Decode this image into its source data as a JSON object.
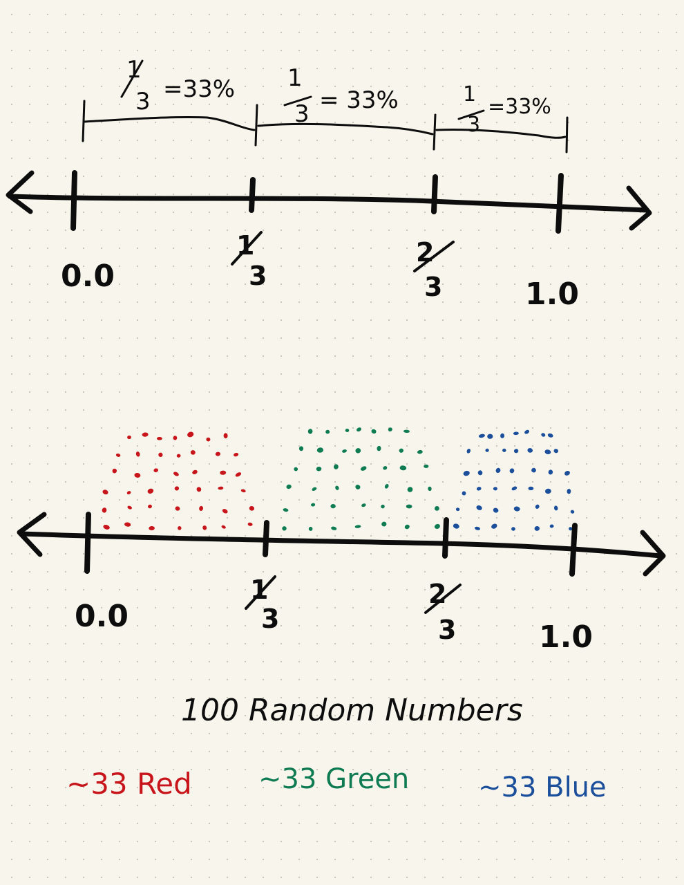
{
  "top_diagram": {
    "segments": [
      {
        "num": "1",
        "den": "3",
        "pct": "=33%"
      },
      {
        "num": "1",
        "den": "3",
        "pct": "= 33%"
      },
      {
        "num": "1",
        "den": "3",
        "pct": "=33%"
      }
    ],
    "ticks": [
      {
        "kind": "decimal",
        "text": "0.0"
      },
      {
        "kind": "fraction",
        "num": "1",
        "den": "3"
      },
      {
        "kind": "fraction",
        "num": "2",
        "den": "3"
      },
      {
        "kind": "decimal",
        "text": "1.0"
      }
    ]
  },
  "bottom_diagram": {
    "ticks": [
      {
        "kind": "decimal",
        "text": "0.0"
      },
      {
        "kind": "fraction",
        "num": "1",
        "den": "3"
      },
      {
        "kind": "fraction",
        "num": "2",
        "den": "3"
      },
      {
        "kind": "decimal",
        "text": "1.0"
      }
    ],
    "groups": [
      {
        "color": "#c8151b"
      },
      {
        "color": "#0e7b52"
      },
      {
        "color": "#1b4f9c"
      }
    ]
  },
  "caption": "100 Random Numbers",
  "legend": [
    {
      "text": "~33 Red",
      "color": "#c8151b"
    },
    {
      "text": "~33 Green",
      "color": "#0e7b52"
    },
    {
      "text": "~33 Blue",
      "color": "#1b4f9c"
    }
  ]
}
